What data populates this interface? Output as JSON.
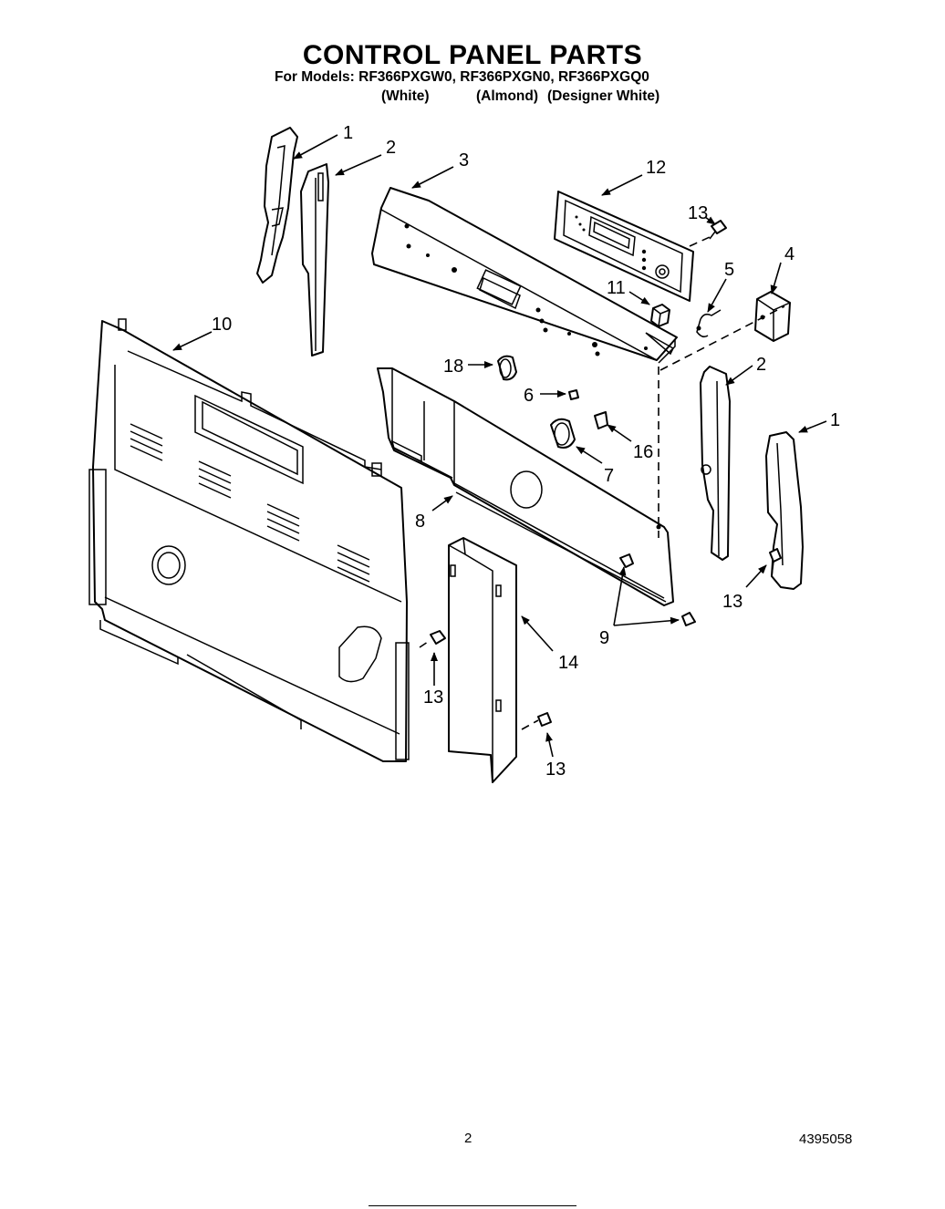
{
  "header": {
    "title": "CONTROL PANEL PARTS",
    "models_line": "For Models: RF366PXGW0, RF366PXGN0, RF366PXGQ0",
    "variants": [
      "(White)",
      "(Almond)",
      "(Designer White)"
    ]
  },
  "callouts": [
    "1",
    "2",
    "3",
    "12",
    "13",
    "4",
    "5",
    "11",
    "10",
    "18",
    "6",
    "2",
    "1",
    "16",
    "7",
    "8",
    "9",
    "13",
    "14",
    "13",
    "13"
  ],
  "footer": {
    "page_number": "2",
    "doc_number": "4395058"
  }
}
